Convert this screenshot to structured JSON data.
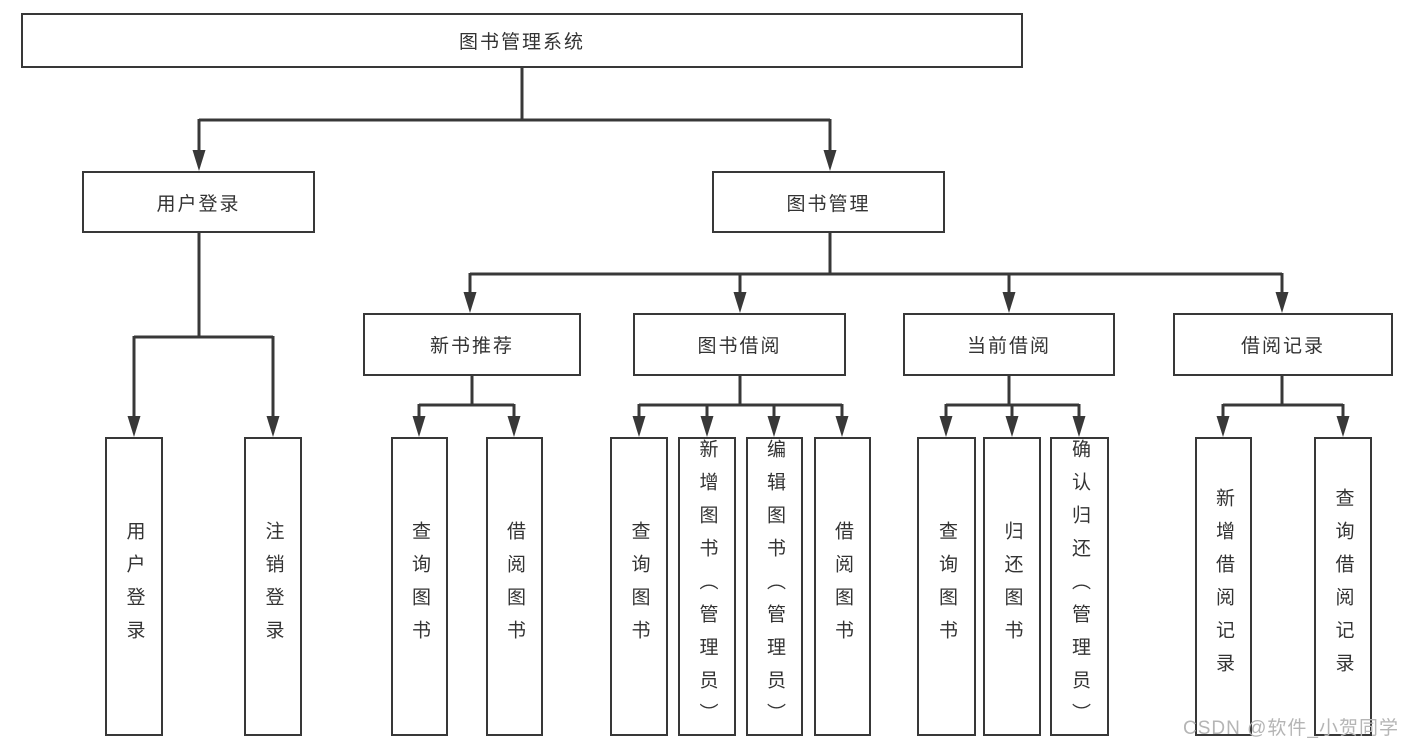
{
  "title": "图书管理系统",
  "branches": [
    {
      "label": "用户登录",
      "children": [
        "用户登录",
        "注销登录"
      ]
    },
    {
      "label": "图书管理",
      "modules": [
        {
          "label": "新书推荐",
          "children": [
            "查询图书",
            "借阅图书"
          ]
        },
        {
          "label": "图书借阅",
          "children": [
            "查询图书",
            "新增图书（管理员）",
            "编辑图书（管理员）",
            "借阅图书"
          ]
        },
        {
          "label": "当前借阅",
          "children": [
            "查询图书",
            "归还图书",
            "确认归还（管理员）"
          ]
        },
        {
          "label": "借阅记录",
          "children": [
            "新增借阅记录",
            "查询借阅记录"
          ]
        }
      ]
    }
  ],
  "watermark": "CSDN @软件_小贺同学",
  "colors": {
    "line": "#383838",
    "text": "#333333",
    "watermark": "#b5b5b5",
    "background": "#ffffff"
  }
}
